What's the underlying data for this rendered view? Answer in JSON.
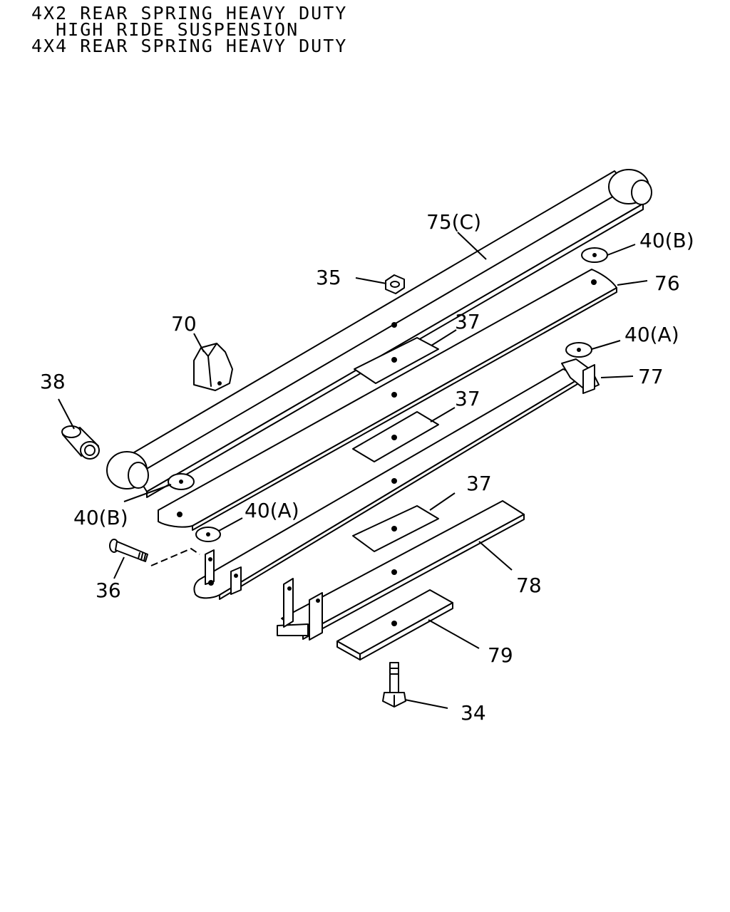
{
  "header": {
    "lines": [
      "4X2 REAR SPRING HEAVY DUTY",
      "  HIGH RIDE SUSPENSION",
      "4X4 REAR SPRING HEAVY DUTY"
    ]
  },
  "callouts": {
    "c75": "75(C)",
    "c40b_top": "40(B)",
    "c35": "35",
    "c76": "76",
    "c70": "70",
    "c37_top": "37",
    "c40a_top": "40(A)",
    "c77": "77",
    "c38": "38",
    "c37_mid": "37",
    "c40b_left": "40(B)",
    "c40a_left": "40(A)",
    "c37_low": "37",
    "c36": "36",
    "c78": "78",
    "c79": "79",
    "c34": "34"
  }
}
